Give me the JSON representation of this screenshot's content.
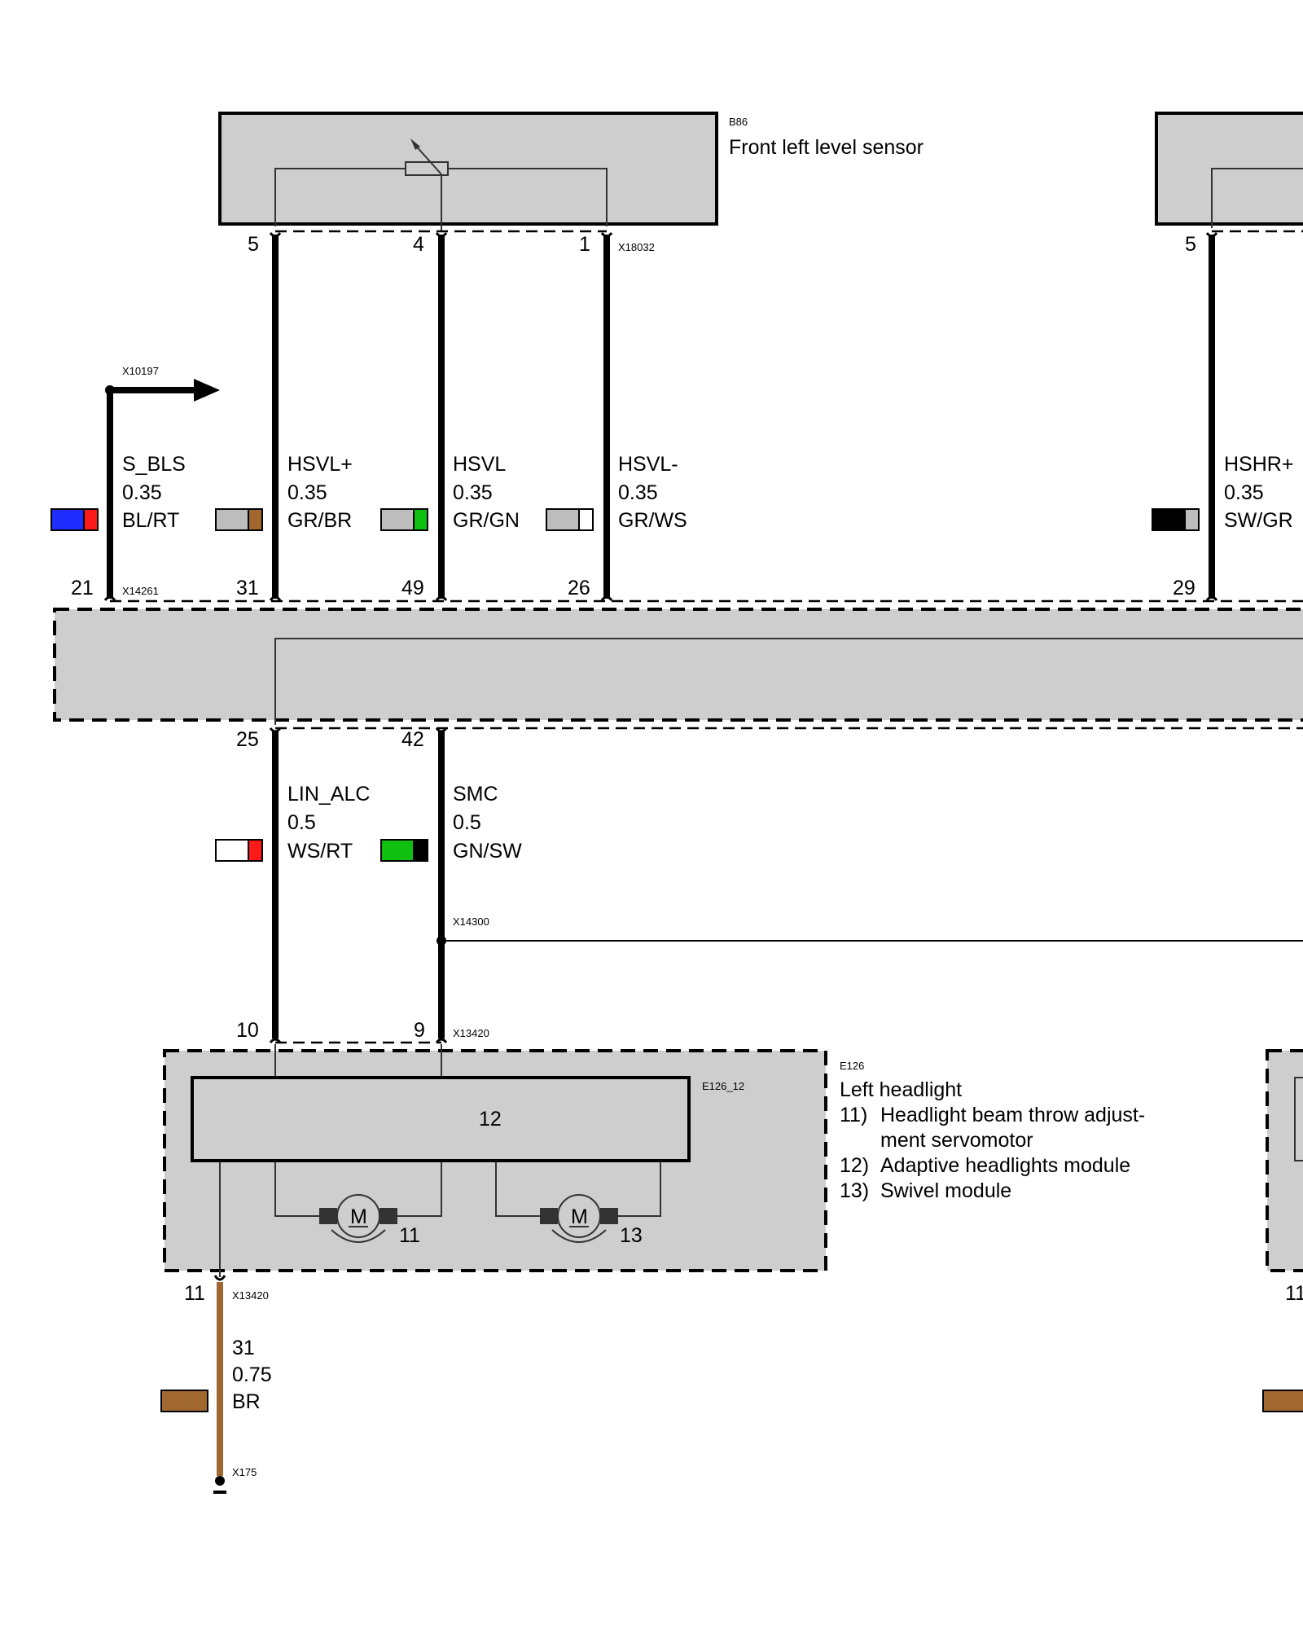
{
  "components": {
    "b86": {
      "id": "B86",
      "title": "Front left level sensor"
    },
    "e126": {
      "id": "E126",
      "title": "Left headlight",
      "module_id": "E126_12",
      "module_label": "12",
      "legend": [
        {
          "num": "11)",
          "lines": [
            "Headlight beam throw adjust-",
            "ment servomotor"
          ]
        },
        {
          "num": "12)",
          "lines": [
            "Adaptive headlights module"
          ]
        },
        {
          "num": "13)",
          "lines": [
            "Swivel module"
          ]
        }
      ],
      "motor_11": "11",
      "motor_13": "13",
      "motor_symbol": "M"
    }
  },
  "connectors": {
    "x18032": "X18032",
    "x10197": "X10197",
    "x14261": "X14261",
    "x14300": "X14300",
    "x13420_top": "X13420",
    "x13420_bottom": "X13420",
    "x175": "X175"
  },
  "pins": {
    "sensor": [
      "5",
      "4",
      "1"
    ],
    "sensor_right": "5",
    "module_top": [
      "21",
      "31",
      "49",
      "26",
      "29"
    ],
    "module_bottom": [
      "25",
      "42"
    ],
    "headlight_top": [
      "10",
      "9"
    ],
    "headlight_ground": "11",
    "right_headlight_ground": "11"
  },
  "wires": [
    {
      "signal": "S_BLS",
      "gauge": "0.35",
      "color_code": "BL/RT",
      "colors": [
        "#1f2dff",
        "#ff1a1a"
      ]
    },
    {
      "signal": "HSVL+",
      "gauge": "0.35",
      "color_code": "GR/BR",
      "colors": [
        "#bdbdbd",
        "#a0672f"
      ]
    },
    {
      "signal": "HSVL",
      "gauge": "0.35",
      "color_code": "GR/GN",
      "colors": [
        "#bdbdbd",
        "#10c010"
      ]
    },
    {
      "signal": "HSVL-",
      "gauge": "0.35",
      "color_code": "GR/WS",
      "colors": [
        "#bdbdbd",
        "#ffffff"
      ]
    },
    {
      "signal": "HSHR+",
      "gauge": "0.35",
      "color_code": "SW/GR",
      "colors": [
        "#000000",
        "#bdbdbd"
      ]
    },
    {
      "signal": "LIN_ALC",
      "gauge": "0.5",
      "color_code": "WS/RT",
      "colors": [
        "#ffffff",
        "#ff1a1a"
      ]
    },
    {
      "signal": "SMC",
      "gauge": "0.5",
      "color_code": "GN/SW",
      "colors": [
        "#10c010",
        "#000000"
      ]
    },
    {
      "signal": "31",
      "gauge": "0.75",
      "color_code": "BR",
      "colors": [
        "#a0672f"
      ]
    }
  ],
  "colors": {
    "component_fill": "#cecece",
    "wire_black": "#000000",
    "wire_brown": "#a0672f"
  }
}
